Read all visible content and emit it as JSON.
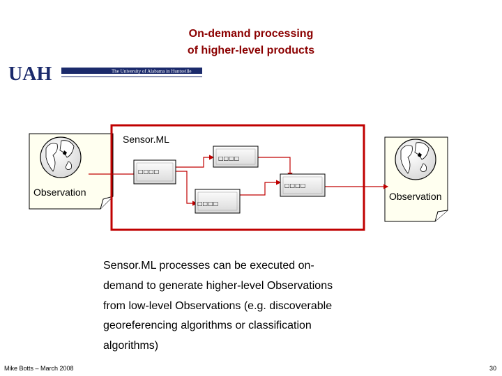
{
  "slide": {
    "title_line1": "On-demand processing",
    "title_line2": "of higher-level products"
  },
  "logo": {
    "letters": "UAH",
    "banner_text": "The University of Alabama in Huntsville",
    "colors": {
      "letters": "#1b2a6b",
      "banner": "#1b2a6b",
      "banner_text": "#ffffff"
    }
  },
  "diagram": {
    "container_label": "Sensor.ML",
    "container_color": "#c00000",
    "left_doc_label": "Observation",
    "right_doc_label": "Observation",
    "process_labels": [
      "□□□□",
      "□□□□",
      "□□□□",
      "□□□□"
    ],
    "connector_color": "#c00000",
    "icons": [
      "globe-icon",
      "globe-icon"
    ]
  },
  "caption": {
    "lines": [
      "Sensor.ML processes can be executed on-",
      "demand to generate higher-level Observations",
      "from low-level Observations (e.g. discoverable",
      "georeferencing algorithms or classification",
      "algorithms)"
    ]
  },
  "footer": {
    "author": "Mike Botts – March 2008",
    "page_number": "30"
  }
}
